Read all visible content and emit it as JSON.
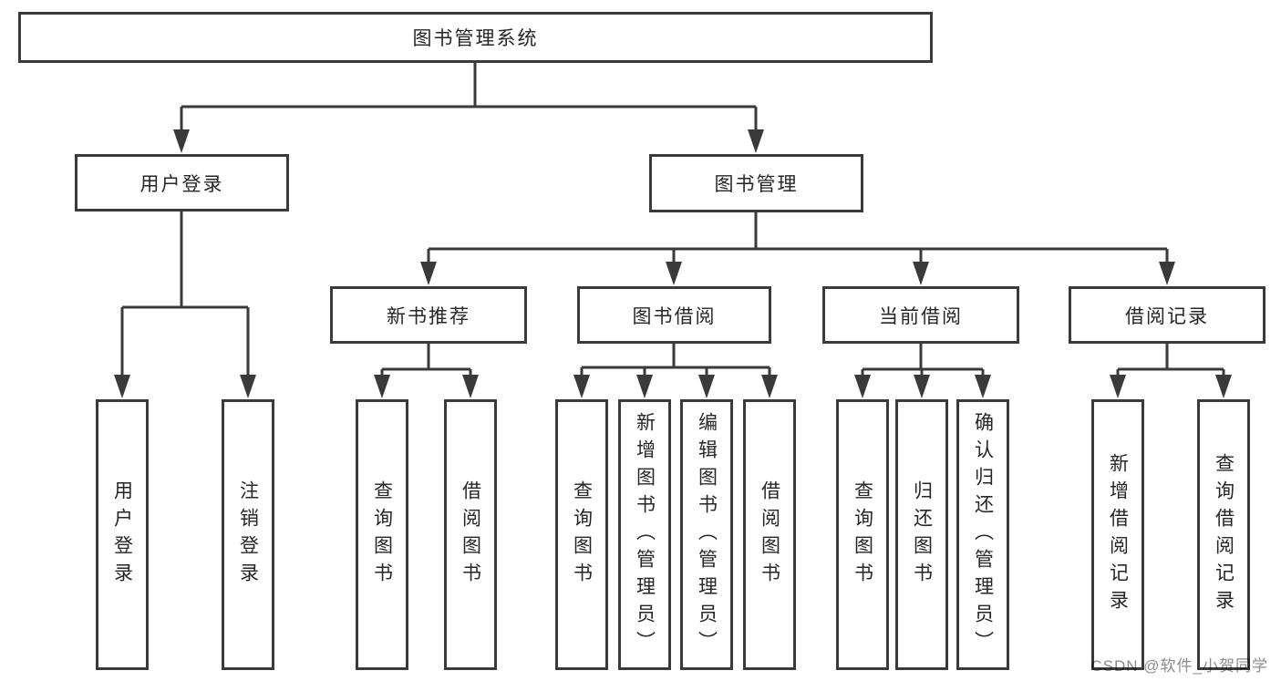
{
  "colors": {
    "background": "#ffffff",
    "box_border": "#3a3a3a",
    "connector_line": "#3a3a3a",
    "text": "#262626",
    "watermark": "#8c8c8c"
  },
  "tree": {
    "root": {
      "label": "图书管理系统"
    },
    "branches": [
      {
        "label": "用户登录",
        "children": [
          {
            "label": "用户登录"
          },
          {
            "label": "注销登录"
          }
        ]
      },
      {
        "label": "图书管理",
        "children": [
          {
            "label": "新书推荐",
            "children": [
              {
                "label": "查询图书"
              },
              {
                "label": "借阅图书"
              }
            ]
          },
          {
            "label": "图书借阅",
            "children": [
              {
                "label": "查询图书"
              },
              {
                "label": "新增图书（管理员）"
              },
              {
                "label": "编辑图书（管理员）"
              },
              {
                "label": "借阅图书"
              }
            ]
          },
          {
            "label": "当前借阅",
            "children": [
              {
                "label": "查询图书"
              },
              {
                "label": "归还图书"
              },
              {
                "label": "确认归还（管理员）"
              }
            ]
          },
          {
            "label": "借阅记录",
            "children": [
              {
                "label": "新增借阅记录"
              },
              {
                "label": "查询借阅记录"
              }
            ]
          }
        ]
      }
    ]
  },
  "watermark": {
    "text": "CSDN @软件_小贺同学"
  }
}
